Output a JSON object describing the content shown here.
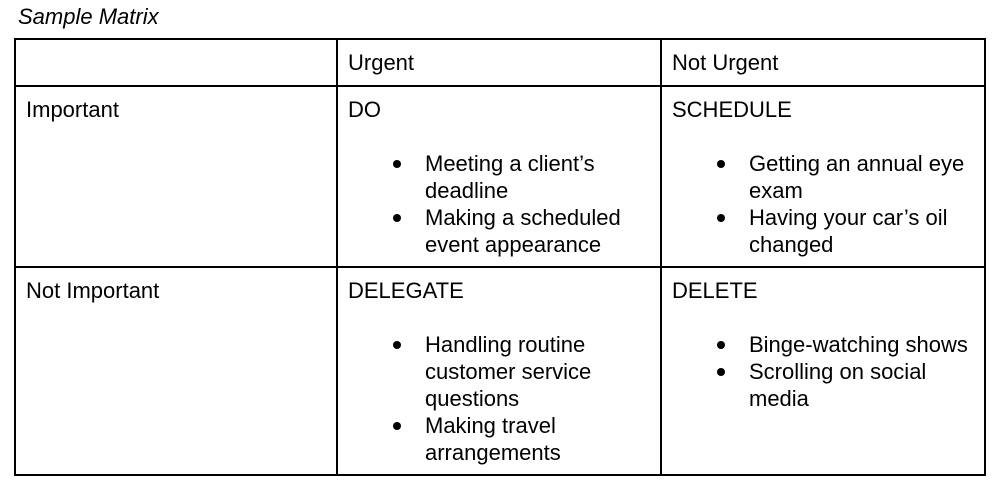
{
  "page": {
    "title": "Sample Matrix"
  },
  "colors": {
    "text": "#000000",
    "border": "#000000",
    "background": "#ffffff"
  },
  "matrix": {
    "columns": [
      "",
      "Urgent",
      "Not Urgent"
    ],
    "rows": [
      {
        "label": "Important",
        "cells": [
          {
            "heading": "DO",
            "items": [
              "Meeting a client’s deadline",
              "Making a scheduled event appearance"
            ]
          },
          {
            "heading": "SCHEDULE",
            "items": [
              "Getting an annual eye exam",
              "Having your car’s oil changed"
            ]
          }
        ]
      },
      {
        "label": "Not Important",
        "cells": [
          {
            "heading": "DELEGATE",
            "items": [
              "Handling routine customer service questions",
              "Making travel arrangements"
            ]
          },
          {
            "heading": "DELETE",
            "items": [
              "Binge-watching shows",
              "Scrolling on social media"
            ]
          }
        ]
      }
    ]
  }
}
